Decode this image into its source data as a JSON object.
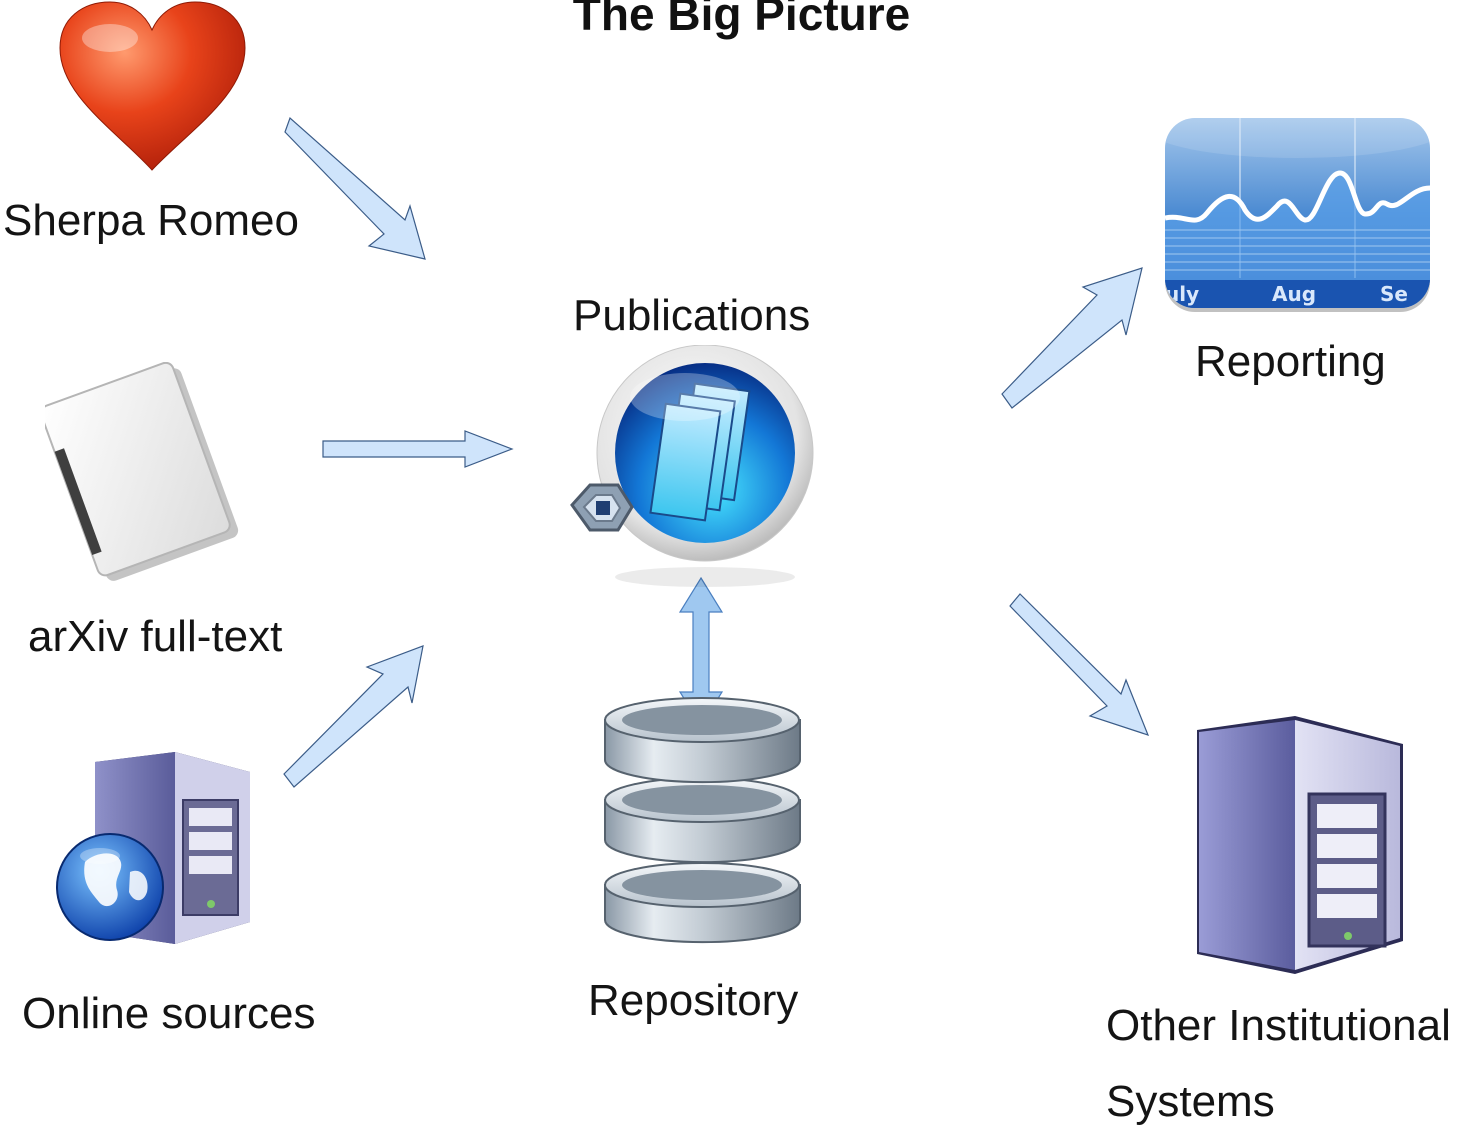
{
  "diagram": {
    "title": "The Big Picture",
    "nodes": {
      "sherpa_romeo": {
        "label": "Sherpa Romeo",
        "icon": "heart-icon"
      },
      "arxiv": {
        "label": "arXiv full-text",
        "icon": "document-icon"
      },
      "online_sources": {
        "label": "Online sources",
        "icon": "web-server-icon"
      },
      "publications": {
        "label": "Publications",
        "icon": "publications-icon"
      },
      "repository": {
        "label": "Repository",
        "icon": "database-icon"
      },
      "reporting": {
        "label": "Reporting",
        "icon": "stocks-chart-icon",
        "chart_labels": [
          "uly",
          "Aug",
          "Se"
        ]
      },
      "other_systems": {
        "label_line1": "Other Institutional",
        "label_line2": "Systems",
        "icon": "server-icon"
      }
    },
    "edges": [
      {
        "from": "sherpa_romeo",
        "to": "publications"
      },
      {
        "from": "arxiv",
        "to": "publications"
      },
      {
        "from": "online_sources",
        "to": "publications"
      },
      {
        "from": "publications",
        "to": "repository",
        "bidirectional": true
      },
      {
        "from": "publications",
        "to": "reporting"
      },
      {
        "from": "publications",
        "to": "other_systems"
      }
    ],
    "colors": {
      "arrow_fill": "#cfe4fb",
      "arrow_stroke": "#3b5c88",
      "double_arrow_fill": "#9fc8f0"
    }
  }
}
